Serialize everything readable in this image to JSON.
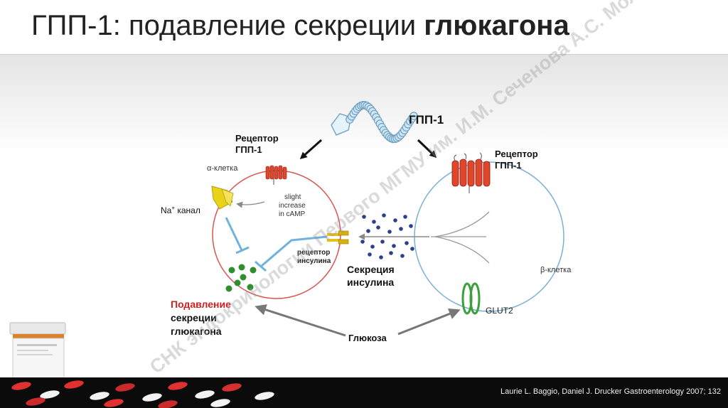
{
  "slide": {
    "title_normal": "ГПП-1: подавление секреции ",
    "title_bold": "глюкагона",
    "citation": "Laurie L. Baggio, Daniel J. Drucker Gastroenterology 2007; 132",
    "watermark": "СНК эндокринологии Первого МГМУ им. И.М. Сеченова А.С. Молчанова"
  },
  "diagram": {
    "glp1_label": "ГПП-1",
    "receptor_left_line1": "Рецептор",
    "receptor_left_line2": "ГПП-1",
    "receptor_right_line1": "Рецептор",
    "receptor_right_line2": "ГПП-1",
    "alpha_cell": "α-клетка",
    "beta_cell": "β-клетка",
    "na_channel": "Na",
    "na_sup": "+",
    "na_channel_suffix": " канал",
    "camp_line1": "slight",
    "camp_line2": "increase",
    "camp_line3": "in cAMP",
    "insulin_receptor_line1": "рецептор",
    "insulin_receptor_line2": "инсулина",
    "insulin_secretion_line1": "Секреция",
    "insulin_secretion_line2": "инсулина",
    "suppression_line1": "Подавление",
    "suppression_line2": "секреции",
    "suppression_line3": "глюкагона",
    "glut2": "GLUT2",
    "glucose": "Глюкоза"
  },
  "colors": {
    "alpha_membrane": "#d9534f",
    "beta_membrane": "#7ab0d4",
    "receptor": "#e0462c",
    "na_channel": "#e8d21a",
    "glucagon_granule": "#2f8f2f",
    "insulin_granule": "#2b3f8c",
    "glut2": "#3aa03a",
    "suppression_text": "#d01f1f",
    "inhibition_line": "#6fb3dd",
    "glp1_chain": "#b9dcef"
  }
}
